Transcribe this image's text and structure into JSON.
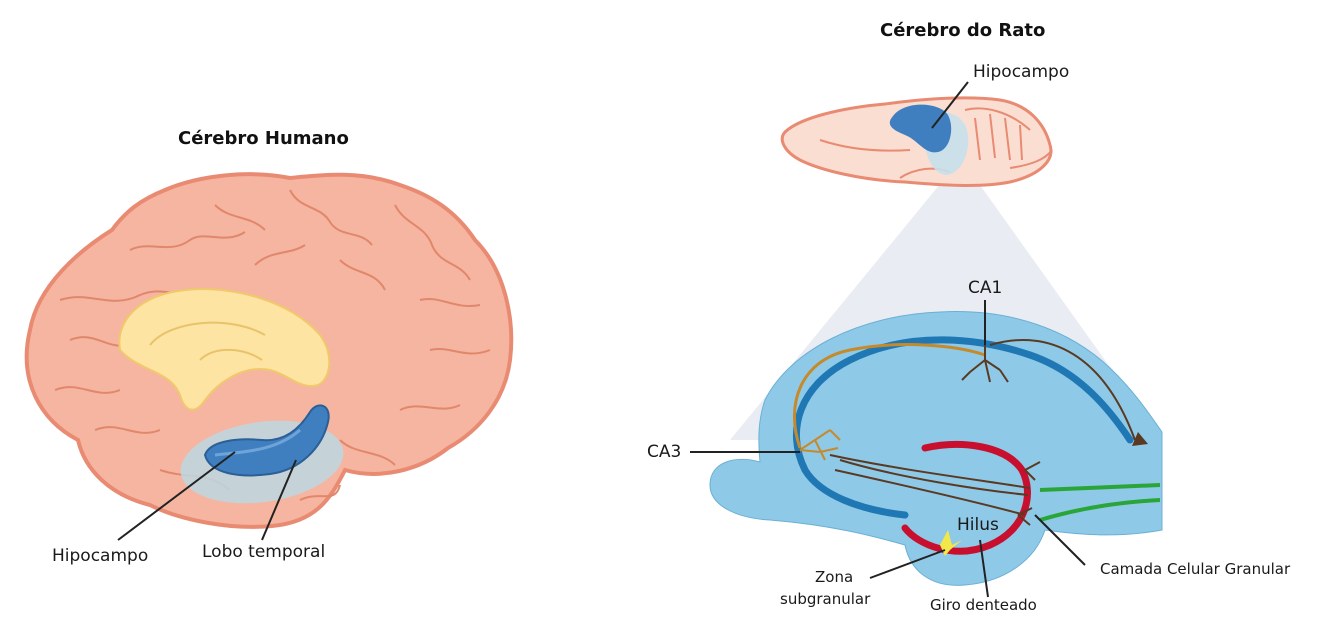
{
  "human_panel": {
    "title": "Cérebro Humano",
    "labels": {
      "hippocampus": "Hipocampo",
      "temporal_lobe": "Lobo temporal"
    }
  },
  "rat_panel": {
    "title": "Cérebro do Rato",
    "labels": {
      "hippocampus": "Hipocampo",
      "ca1": "CA1",
      "ca3": "CA3",
      "hilus": "Hilus",
      "subgranular_zone_line1": "Zona",
      "subgranular_zone_line2": "subgranular",
      "dentate_gyrus": "Giro denteado",
      "granule_cell_layer": "Camada Celular Granular"
    }
  },
  "colors": {
    "brain_fill": "#f6b5a1",
    "brain_outline": "#e98b72",
    "corpus_callosum": "#fde4a3",
    "hippocampus_blue": "#3f7fc0",
    "temporal_region": "#bcd8e3",
    "hippo_tissue": "#8ec9e8",
    "pyramidal_layer": "#1f78b4",
    "dentate_red": "#c8102e",
    "perforant_green": "#2aa538",
    "schaffer_orange": "#c58a2b",
    "mossy_brown": "#5a3a22"
  }
}
